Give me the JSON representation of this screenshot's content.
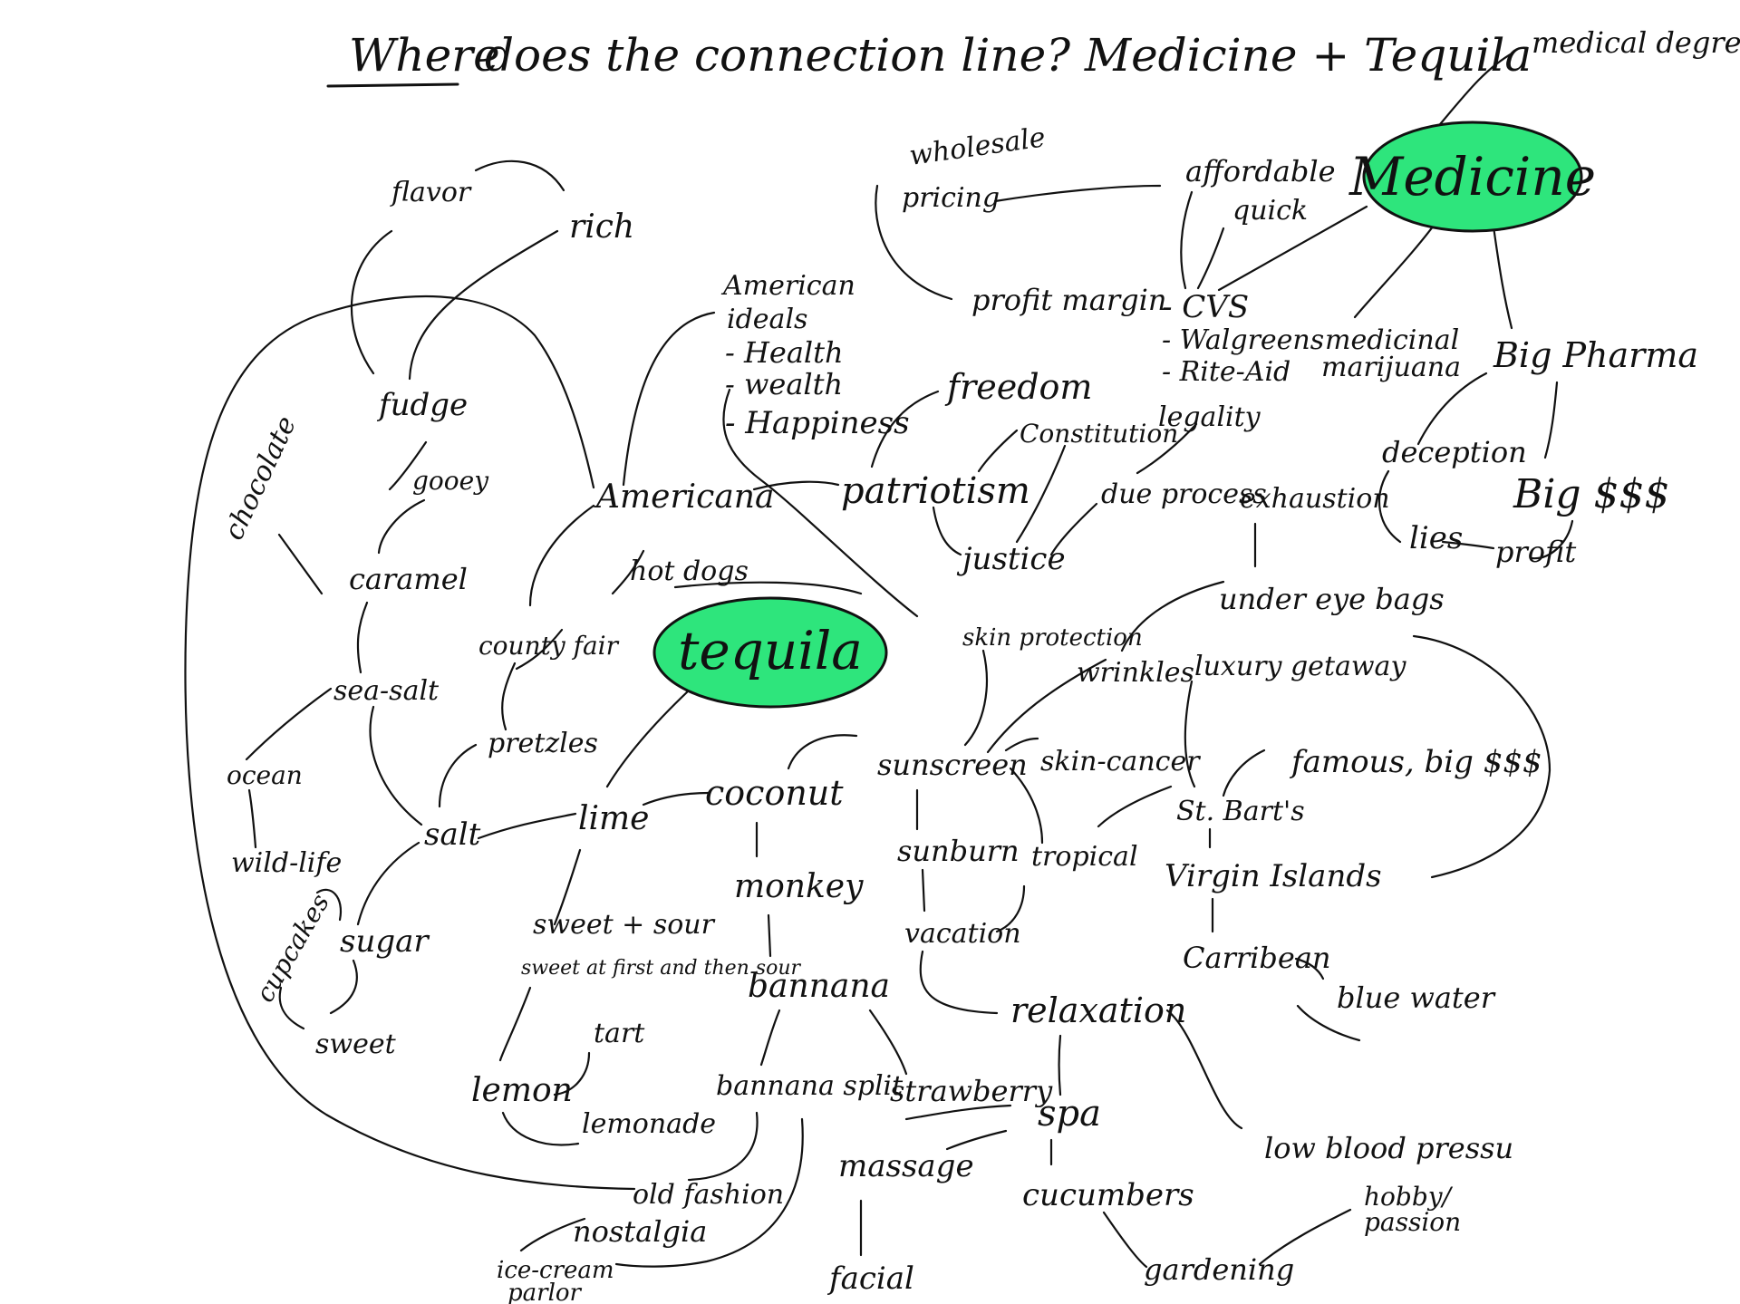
{
  "title": {
    "underlined": "Where",
    "rest": "does the connection line? Medicine + Tequila"
  },
  "hubs": {
    "medicine": "Medicine",
    "tequila": "tequila",
    "fill_color": "#2ee57c"
  },
  "nodes": {
    "medical_degree": "medical degree",
    "wholesale": "wholesale",
    "pricing": "pricing",
    "affordable": "affordable",
    "quick": "quick",
    "profit_margin": "profit margin",
    "cvs": "- CVS",
    "walgreens": "- Walgreens",
    "rite_aid": "- Rite-Aid",
    "medicinal": "medicinal",
    "marijuana": "marijuana",
    "big_pharma": "Big Pharma",
    "deception": "deception",
    "lies": "lies",
    "profit": "profit",
    "big_money": "Big $$$",
    "flavor": "flavor",
    "rich": "rich",
    "american": "American",
    "ideals": "ideals",
    "health": "- Health",
    "wealth": "- wealth",
    "happiness": "- Happiness",
    "freedom": "freedom",
    "constitution": "Constitution",
    "legality": "legality",
    "fudge": "fudge",
    "gooey": "gooey",
    "chocolate": "chocolate",
    "caramel": "caramel",
    "americana": "Americana",
    "patriotism": "patriotism",
    "due_process": "due process",
    "exhaustion": "exhaustion",
    "justice": "justice",
    "hot_dogs": "hot dogs",
    "under_eye_bags": "under eye bags",
    "county_fair": "county fair",
    "skin_protection": "skin protection",
    "wrinkles": "wrinkles",
    "luxury_getaway": "luxury getaway",
    "sea_salt": "sea-salt",
    "pretzels": "pretzles",
    "ocean": "ocean",
    "salt": "salt",
    "lime": "lime",
    "coconut": "coconut",
    "sunscreen": "sunscreen",
    "skin_cancer": "skin-cancer",
    "famous_big_money": "famous, big $$$",
    "st_barts": "St. Bart's",
    "wild_life": "wild-life",
    "sunburn": "sunburn",
    "tropical": "tropical",
    "virgin_islands": "Virgin Islands",
    "monkey": "monkey",
    "cupcakes": "cupcakes",
    "sugar": "sugar",
    "sweet_sour": "sweet + sour",
    "sweet_first": "sweet at first and then sour",
    "vacation": "vacation",
    "caribbean": "Carribean",
    "bannana": "bannana",
    "blue_water": "blue water",
    "relaxation": "relaxation",
    "sweet": "sweet",
    "tart": "tart",
    "lemon": "lemon",
    "bannana_split": "bannana split",
    "strawberry": "strawberry",
    "spa": "spa",
    "lemonade": "lemonade",
    "low_blood_pressure": "low blood pressu",
    "massage": "massage",
    "old_fashion": "old fashion",
    "cucumbers": "cucumbers",
    "hobby": "hobby/",
    "passion": "passion",
    "nostalgia": "nostalgia",
    "ice_cream": "ice-cream",
    "parlor": "parlor",
    "gardening": "gardening",
    "facial": "facial"
  }
}
